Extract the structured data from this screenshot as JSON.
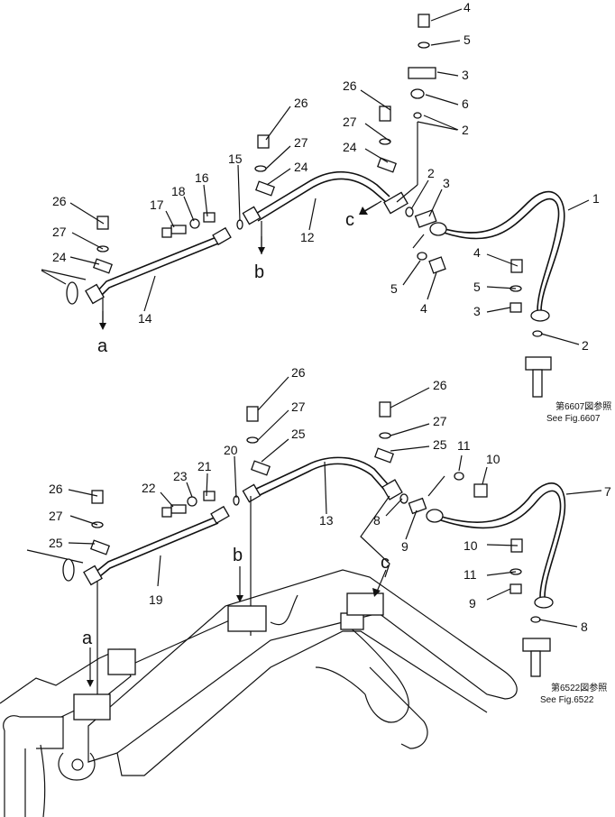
{
  "labels": {
    "n1": "1",
    "n2": "2",
    "n3": "3",
    "n4": "4",
    "n5": "5",
    "n6": "6",
    "n7": "7",
    "n8": "8",
    "n9": "9",
    "n10": "10",
    "n11": "11",
    "n12": "12",
    "n13": "13",
    "n14": "14",
    "n15": "15",
    "n16": "16",
    "n17": "17",
    "n18": "18",
    "n19": "19",
    "n20": "20",
    "n21": "21",
    "n22": "22",
    "n23": "23",
    "n24": "24",
    "n25": "25",
    "n26": "26",
    "n27": "27",
    "a": "a",
    "b": "b",
    "c": "c"
  },
  "notes": {
    "fig6607_jp": "第6607図参照",
    "fig6607_en": "See Fig.6607",
    "fig6522_jp": "第6522図参照",
    "fig6522_en": "See Fig.6522"
  }
}
